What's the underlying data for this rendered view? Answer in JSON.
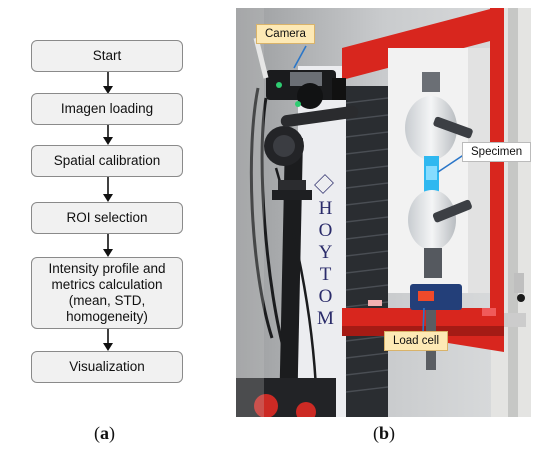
{
  "flowchart": {
    "steps": [
      "Start",
      "Imagen loading",
      "Spatial calibration",
      "ROI selection",
      "Intensity profile and metrics calculation (mean, STD, homogeneity)",
      "Visualization"
    ]
  },
  "photo": {
    "brand_text": "HOYTOM",
    "labels": {
      "camera": "Camera",
      "specimen": "Specimen",
      "load_cell": "Load cell"
    },
    "accent_colors": {
      "frame_red": "#d8261e",
      "specimen_blue": "#2fb8f0",
      "label_fill": "#fde9b5"
    }
  },
  "captions": {
    "a_open": "(",
    "a": "a",
    "a_close": ")",
    "b_open": "(",
    "b": "b",
    "b_close": ")"
  }
}
